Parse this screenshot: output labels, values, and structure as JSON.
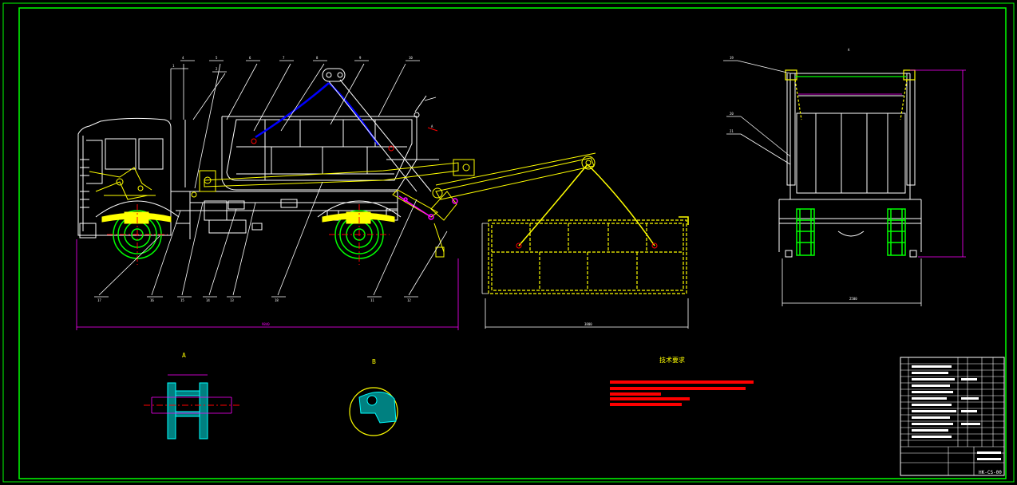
{
  "drawing": {
    "number": "HK-CS-00",
    "tech_req_title": "技术要求",
    "detail_a": "A",
    "detail_b": "B",
    "view_mark": "A"
  },
  "colors": {
    "background": "#000000",
    "frame": "#00ff00",
    "body": "#ffffff",
    "arm": "#ffff00",
    "chain": "#0000ff",
    "dimension": "#ff00ff",
    "wheel": "#00ff00",
    "centerline": "#ff0000",
    "tech_text": "#ff0000",
    "cyan": "#00ffff"
  }
}
